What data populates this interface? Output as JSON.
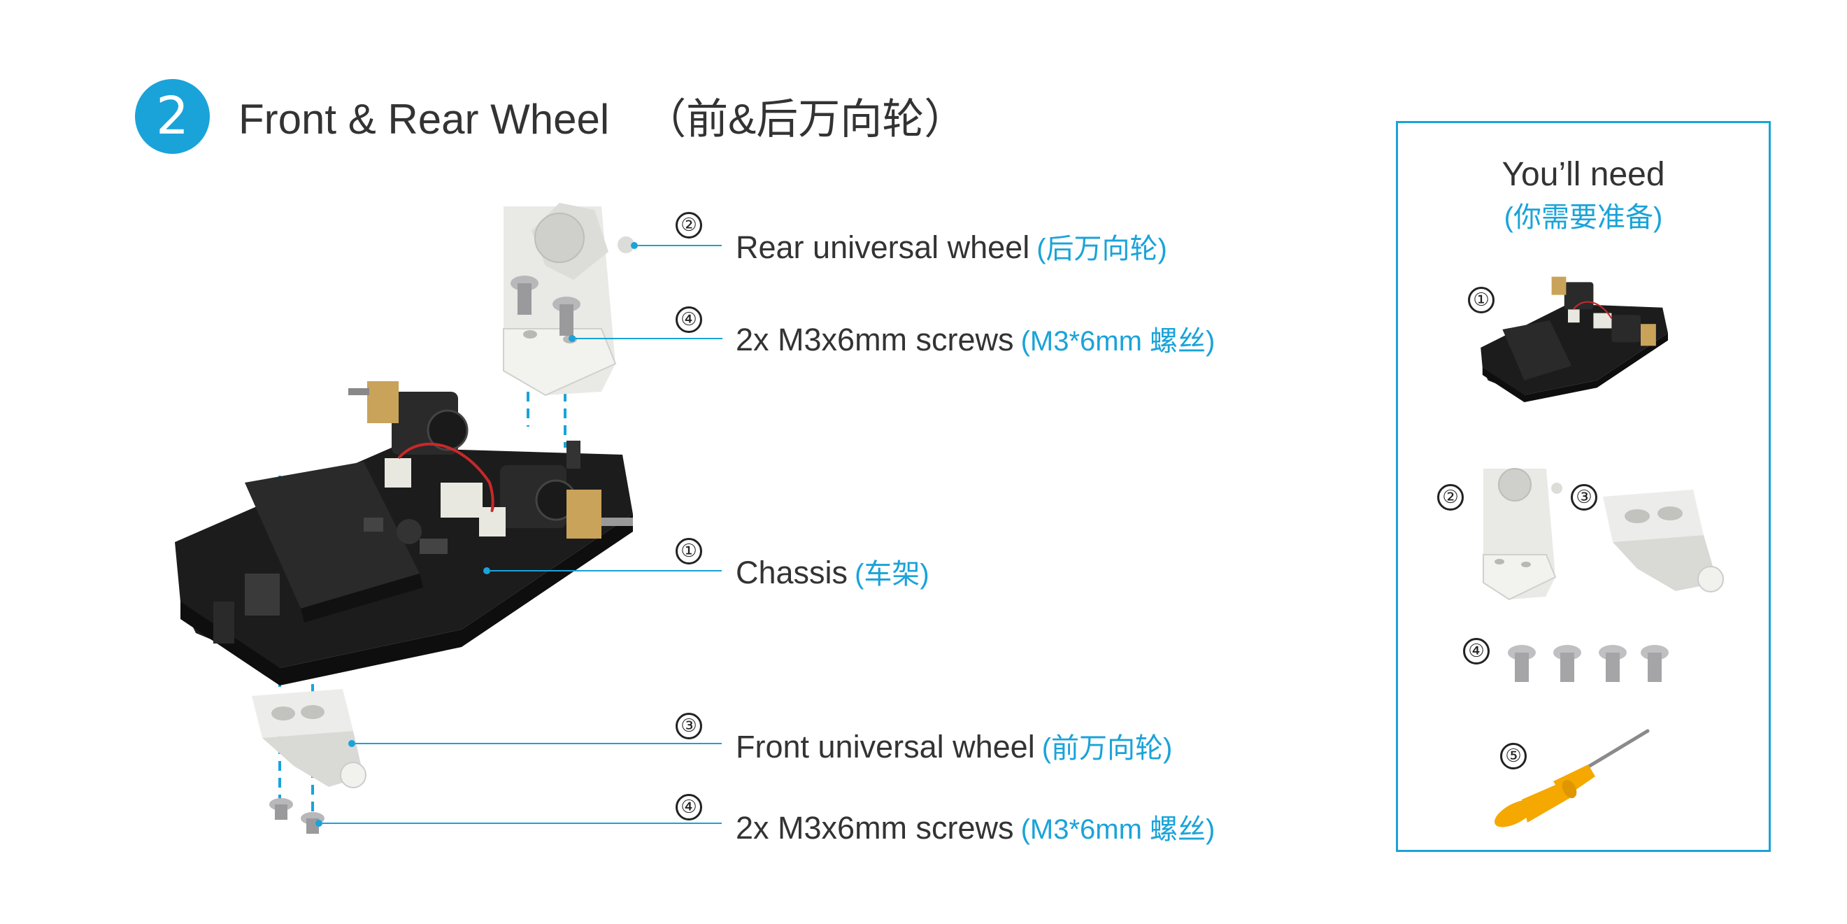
{
  "header": {
    "step_number": "2",
    "title_en": "Front & Rear Wheel",
    "title_cn": "（前&后万向轮）"
  },
  "callouts": [
    {
      "marker": "②",
      "text": "Rear universal wheel",
      "text_cn": "(后万向轮)"
    },
    {
      "marker": "④",
      "text": "2x M3x6mm screws",
      "text_cn": "(M3*6mm 螺丝)"
    },
    {
      "marker": "①",
      "text": "Chassis",
      "text_cn": "(车架)"
    },
    {
      "marker": "③",
      "text": "Front universal wheel",
      "text_cn": "(前万向轮)"
    },
    {
      "marker": "④",
      "text": "2x M3x6mm screws",
      "text_cn": "(M3*6mm 螺丝)"
    }
  ],
  "need_panel": {
    "title": "You’ll need",
    "subtitle": "(你需要准备)",
    "items": [
      {
        "marker": "①",
        "name": "chassis"
      },
      {
        "marker": "②",
        "name": "rear-universal-wheel"
      },
      {
        "marker": "③",
        "name": "front-universal-wheel"
      },
      {
        "marker": "④",
        "name": "screws"
      },
      {
        "marker": "⑤",
        "name": "screwdriver"
      }
    ]
  },
  "colors": {
    "accent": "#1aa3d9",
    "text": "#333333",
    "board": "#1c1c1c",
    "part_white": "#e9e9e6",
    "screwdriver": "#f5a800"
  }
}
